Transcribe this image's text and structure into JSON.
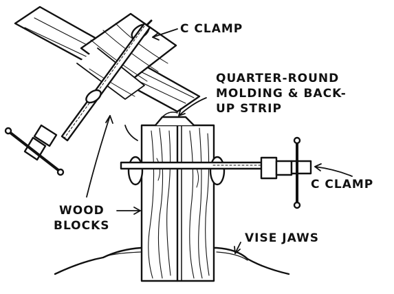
{
  "labels": {
    "c_clamp_top": "C CLAMP",
    "molding_line1": "QUARTER-ROUND",
    "molding_line2": "MOLDING & BACK-",
    "molding_line3": "UP STRIP",
    "c_clamp_right": "C CLAMP",
    "wood_blocks_line1": "WOOD",
    "wood_blocks_line2": "BLOCKS",
    "vise_jaws": "VISE JAWS"
  },
  "colors": {
    "ink": "#111111",
    "paper": "#ffffff"
  }
}
